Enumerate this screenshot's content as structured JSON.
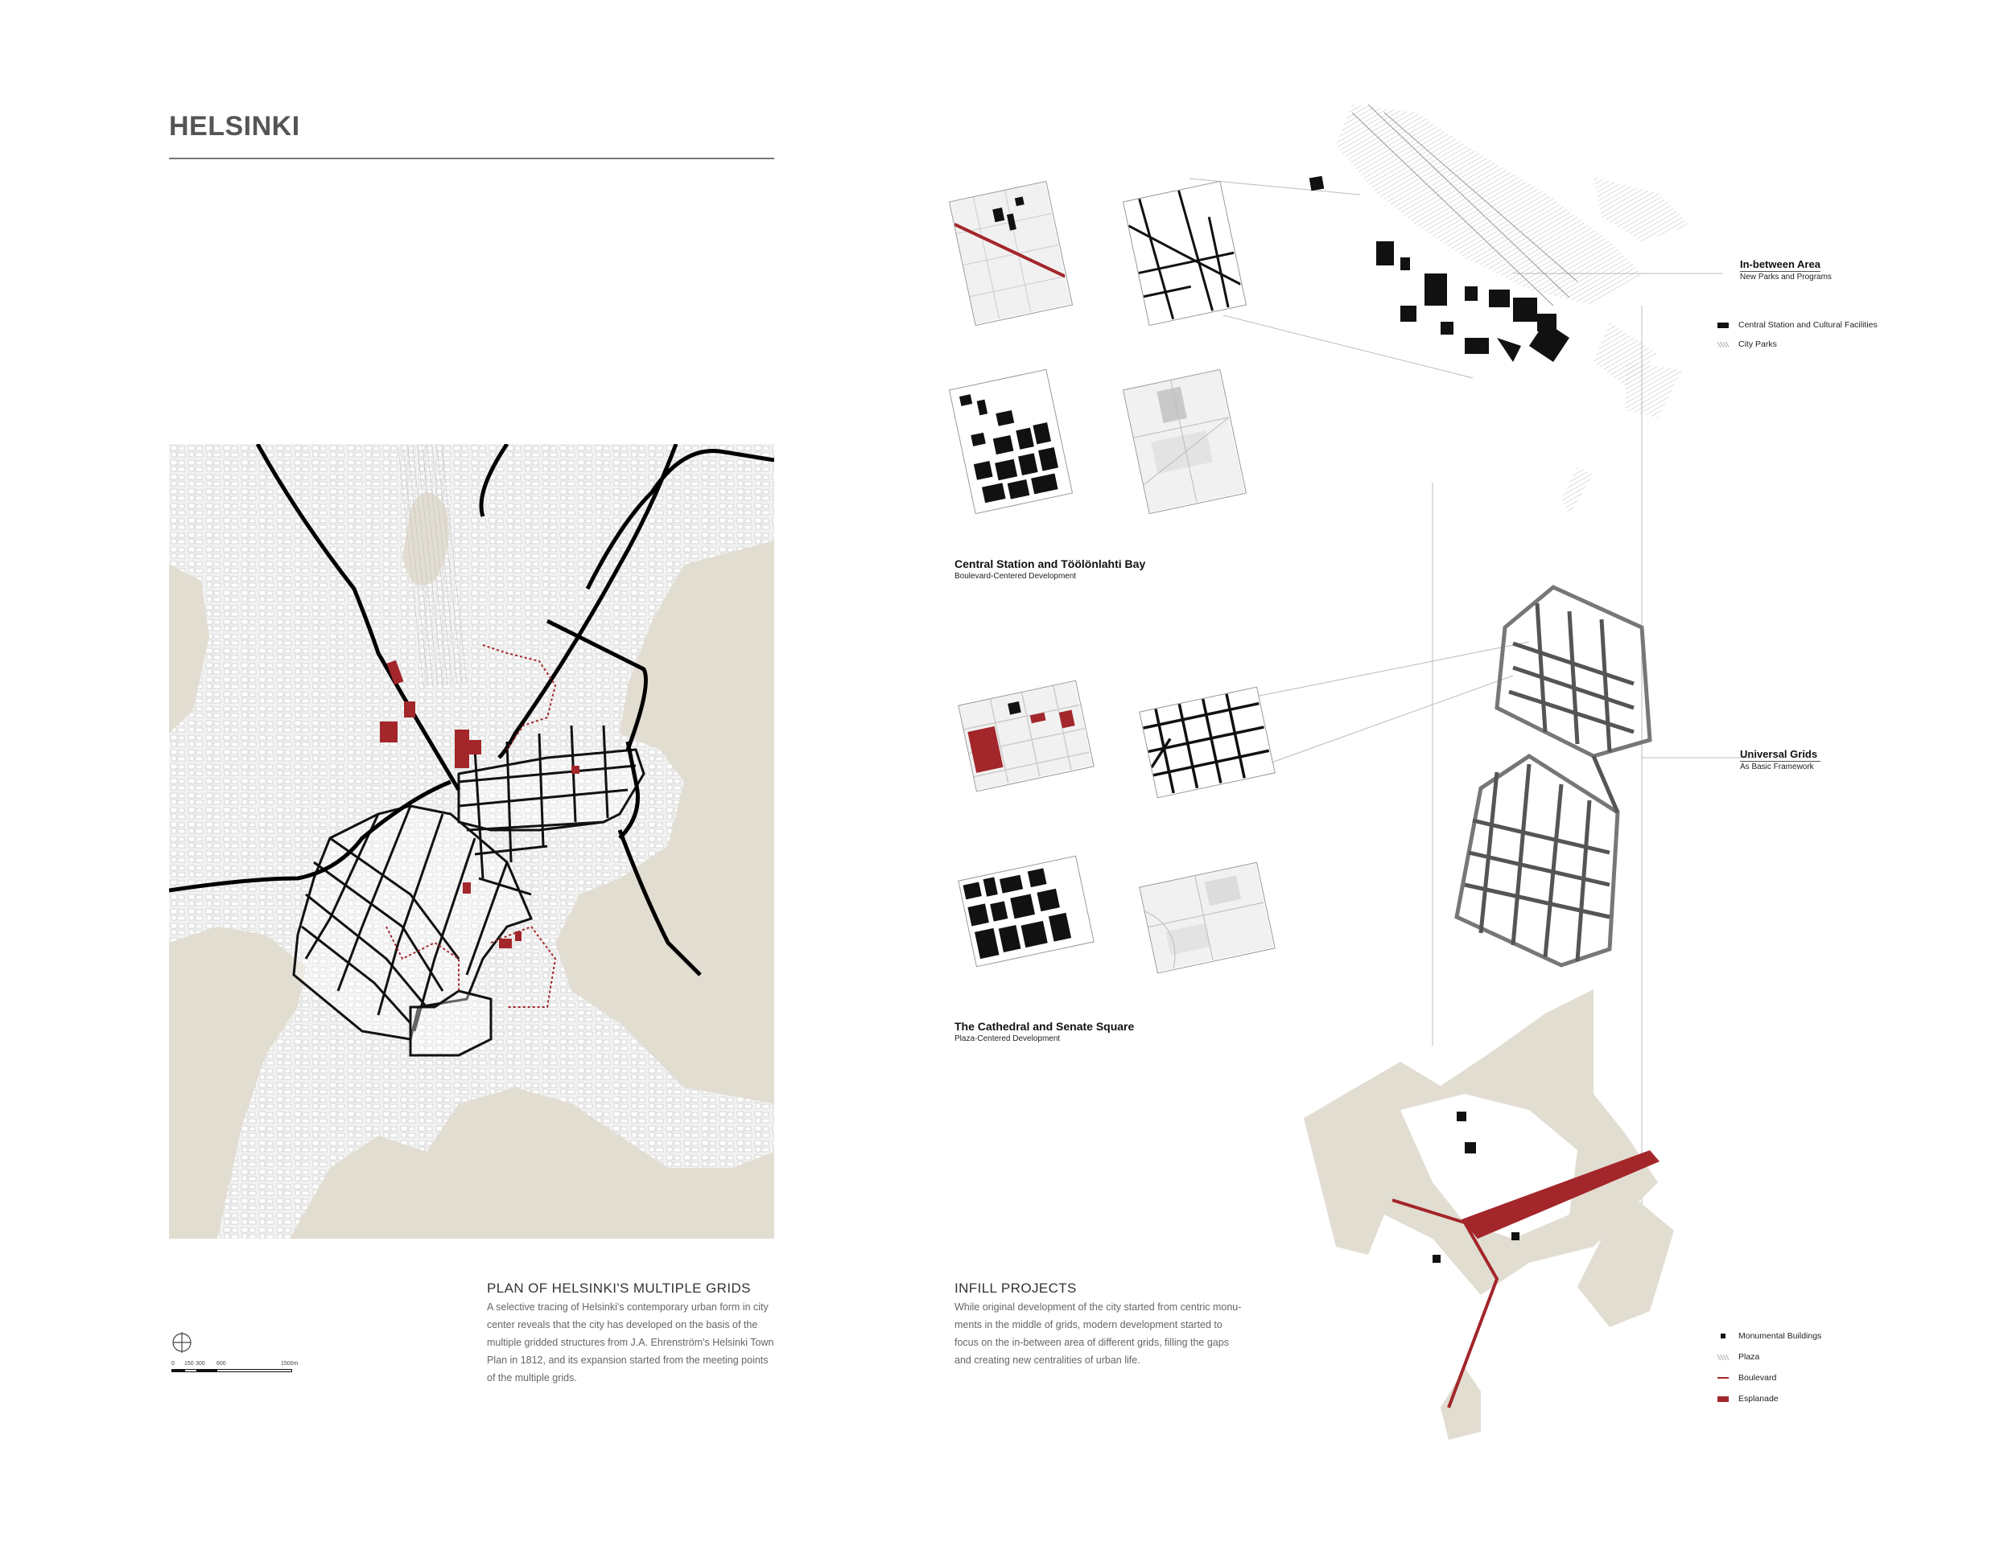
{
  "page": {
    "title": "HELSINKI"
  },
  "plan": {
    "heading": "PLAN OF HELSINKI'S MULTIPLE GRIDS",
    "description": "A selective tracing of Helsinki's contemporary urban form in city center reveals that the city has developed on the basis of the multiple gridded structures from J.A. Ehrenström's Helsinki Town Plan in 1812, and its expansion started from the meeting points of the multiple grids.",
    "description_lines": [
      "A selective tracing of Helsinki's contemporary urban form in city",
      "center reveals that the city has developed on the basis of the",
      "multiple gridded structures from J.A. Ehrenström's Helsinki Town",
      "Plan in 1812, and its expansion started from the meeting points",
      "of the multiple grids."
    ],
    "scale_labels": [
      "0",
      "150",
      "300",
      "600",
      "1500m"
    ]
  },
  "infill": {
    "heading": "INFILL PROJECTS",
    "description_lines": [
      "While original development of the city started from centric monu-",
      "ments in the middle of grids, modern development started to",
      "focus on the in-between area of different grids, filling the gaps",
      "and creating new centralities of urban life."
    ]
  },
  "projects": [
    {
      "title": "Central Station and Töölönlahti Bay",
      "subtitle": "Boulevard-Centered Development"
    },
    {
      "title": "The Cathedral and Senate Square",
      "subtitle": "Plaza-Centered Development"
    }
  ],
  "callouts": [
    {
      "title": "In-between Area",
      "subtitle": "New Parks and Programs"
    },
    {
      "title": "Universal Grids",
      "subtitle": "As Basic Framework"
    }
  ],
  "legend_top": [
    {
      "label": "Central Station and Cultural Facilities",
      "symbol": "black-bar"
    },
    {
      "label": "City Parks",
      "symbol": "hatch"
    }
  ],
  "legend_bottom": [
    {
      "label": "Monumental Buildings",
      "symbol": "black-square"
    },
    {
      "label": "Plaza",
      "symbol": "hatch"
    },
    {
      "label": "Boulevard",
      "symbol": "red-line"
    },
    {
      "label": "Esplanade",
      "symbol": "red-bar"
    }
  ],
  "colors": {
    "water": "#e2ddd1",
    "accent_red": "#a3262a",
    "grid_black": "#111111",
    "heading_grey": "#555555"
  }
}
